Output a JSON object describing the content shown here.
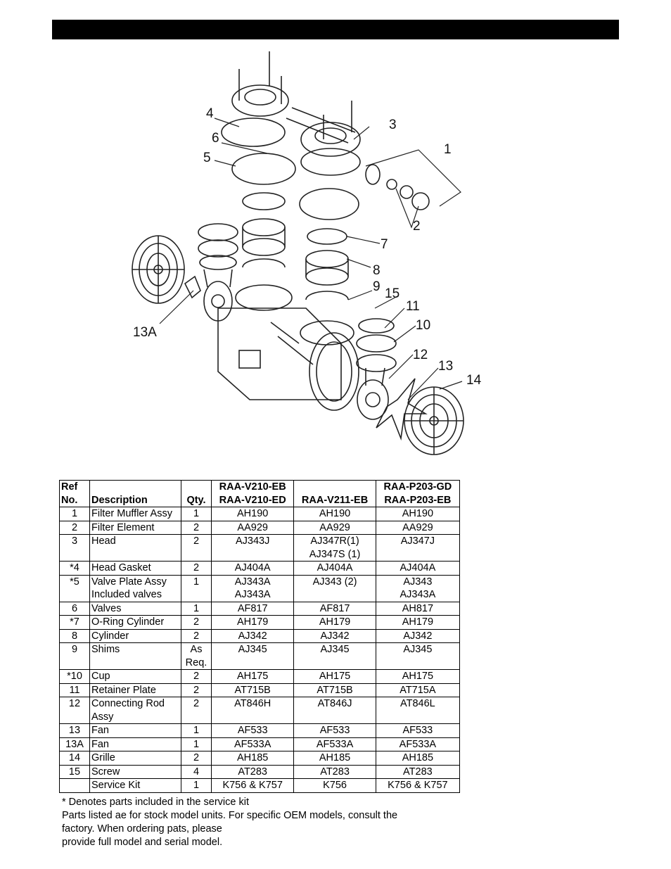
{
  "diagram": {
    "callouts": [
      "1",
      "2",
      "3",
      "4",
      "5",
      "6",
      "7",
      "8",
      "9",
      "10",
      "11",
      "12",
      "13",
      "13A",
      "14",
      "15"
    ]
  },
  "table": {
    "headers": {
      "ref": [
        "Ref",
        "No."
      ],
      "description": "Description",
      "qty": "Qty.",
      "model1": [
        "RAA-V210-EB",
        "RAA-V210-ED"
      ],
      "model2": "RAA-V211-EB",
      "model3": [
        "RAA-P203-GD",
        "RAA-P203-EB"
      ]
    },
    "rows": [
      {
        "ref": "1",
        "desc": "Filter Muffler Assy",
        "qty": "1",
        "m1": "AH190",
        "m2": "AH190",
        "m3": "AH190"
      },
      {
        "ref": "2",
        "desc": "Filter Element",
        "qty": "2",
        "m1": "AA929",
        "m2": "AA929",
        "m3": "AA929"
      },
      {
        "ref": "3",
        "desc": "Head",
        "qty": "2",
        "m1": "AJ343J",
        "m2": "AJ347R(1)\nAJ347S (1)",
        "m3": "AJ347J"
      },
      {
        "ref": "*4",
        "desc": "Head Gasket",
        "qty": "2",
        "m1": "AJ404A",
        "m2": "AJ404A",
        "m3": "AJ404A"
      },
      {
        "ref": "*5",
        "desc": "Valve Plate Assy\nIncluded valves",
        "qty": "1",
        "m1": "AJ343A\nAJ343A",
        "m2": "AJ343 (2)",
        "m3": "AJ343\nAJ343A"
      },
      {
        "ref": "6",
        "desc": "Valves",
        "qty": "1",
        "m1": "AF817",
        "m2": "AF817",
        "m3": "AH817"
      },
      {
        "ref": "*7",
        "desc": "O-Ring Cylinder",
        "qty": "2",
        "m1": "AH179",
        "m2": "AH179",
        "m3": "AH179"
      },
      {
        "ref": "8",
        "desc": "Cylinder",
        "qty": "2",
        "m1": "AJ342",
        "m2": "AJ342",
        "m3": "AJ342"
      },
      {
        "ref": "9",
        "desc": "Shims",
        "qty": "As\nReq.",
        "m1": "AJ345",
        "m2": "AJ345",
        "m3": "AJ345"
      },
      {
        "ref": "*10",
        "desc": "Cup",
        "qty": "2",
        "m1": "AH175",
        "m2": "AH175",
        "m3": "AH175"
      },
      {
        "ref": "11",
        "desc": "Retainer Plate",
        "qty": "2",
        "m1": "AT715B",
        "m2": "AT715B",
        "m3": "AT715A"
      },
      {
        "ref": "12",
        "desc": "Connecting Rod\nAssy",
        "qty": "2",
        "m1": "AT846H",
        "m2": "AT846J",
        "m3": "AT846L"
      },
      {
        "ref": "13",
        "desc": "Fan",
        "qty": "1",
        "m1": "AF533",
        "m2": "AF533",
        "m3": "AF533"
      },
      {
        "ref": "13A",
        "desc": "Fan",
        "qty": "1",
        "m1": "AF533A",
        "m2": "AF533A",
        "m3": "AF533A"
      },
      {
        "ref": "14",
        "desc": "Grille",
        "qty": "2",
        "m1": "AH185",
        "m2": "AH185",
        "m3": "AH185"
      },
      {
        "ref": "15",
        "desc": "Screw",
        "qty": "4",
        "m1": "AT283",
        "m2": "AT283",
        "m3": "AT283"
      },
      {
        "ref": "",
        "desc": "Service Kit",
        "qty": "1",
        "m1": "K756 & K757",
        "m2": "K756",
        "m3": "K756 & K757"
      }
    ]
  },
  "notes": [
    "* Denotes parts included in the service kit",
    "Parts listed ae for stock model units.  For specific OEM models, consult the",
    "factory.  When ordering pats, please",
    "provide full model and serial model."
  ]
}
